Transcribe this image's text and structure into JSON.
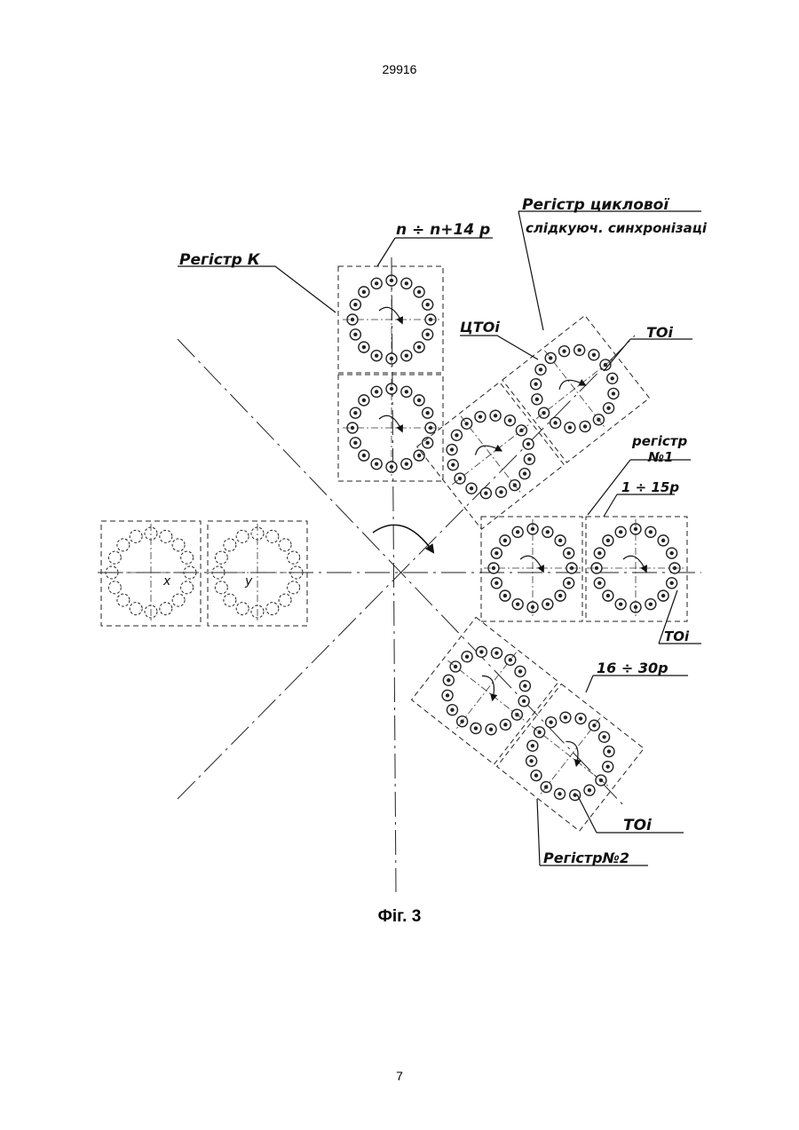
{
  "header": {
    "doc_number": "29916"
  },
  "figure": {
    "caption": "Фіг. 3"
  },
  "footer": {
    "page_number": "7"
  },
  "labels": {
    "register_k": "Регістр К",
    "range_top": "n ÷ n+14 р",
    "register_sync_line1": "Регістр циклової",
    "register_sync_line2": "слідкуюч. синхронізаці",
    "ctoi": "ЦТОі",
    "toi_top": "ТОі",
    "register_1_line1": "регістр",
    "register_1_line2": "№1",
    "range_mid": "1 ÷ 15р",
    "toi_mid": "ТОі",
    "range_bottom": "16 ÷ 30р",
    "toi_bottom": "ТОі",
    "register_2": "Регістр№2",
    "axis_x": "х",
    "axis_y": "у"
  }
}
